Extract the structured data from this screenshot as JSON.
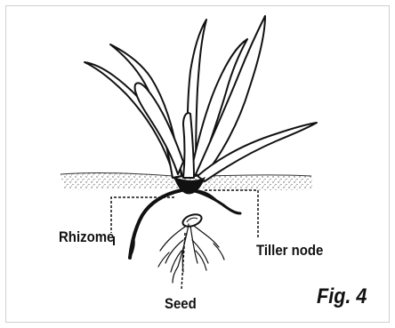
{
  "figure": {
    "caption": "Fig. 4",
    "labels": {
      "rhizome": "Rhizome",
      "tiller_node": "Tiller node",
      "seed": "Seed"
    }
  },
  "colors": {
    "ink": "#111111",
    "frame_border": "#cfcfcf",
    "soil_stipple": "#555555",
    "background": "#ffffff"
  },
  "icons": [
    "grass-plant-illustration"
  ]
}
